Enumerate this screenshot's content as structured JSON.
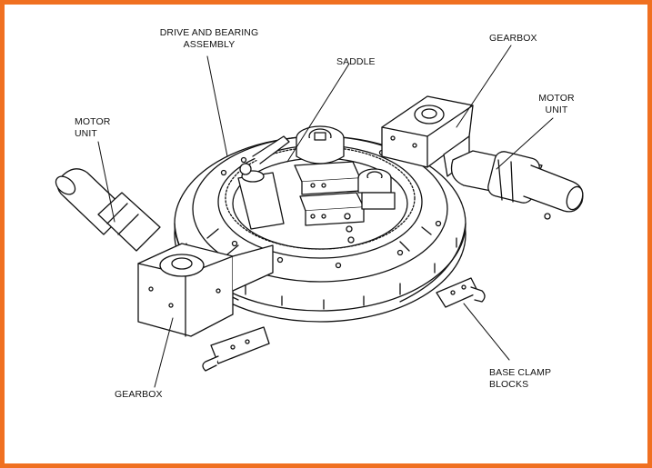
{
  "colors": {
    "frame": "#f07021",
    "ink": "#111111",
    "background": "#ffffff"
  },
  "labels": {
    "drive_bearing_1": "DRIVE AND BEARING",
    "drive_bearing_2": "ASSEMBLY",
    "saddle": "SADDLE",
    "gearbox_right": "GEARBOX",
    "motor_right_1": "MOTOR",
    "motor_right_2": "UNIT",
    "motor_left_1": "MOTOR",
    "motor_left_2": "UNIT",
    "gearbox_left": "GEARBOX",
    "base_clamp_1": "BASE CLAMP",
    "base_clamp_2": "BLOCKS"
  }
}
